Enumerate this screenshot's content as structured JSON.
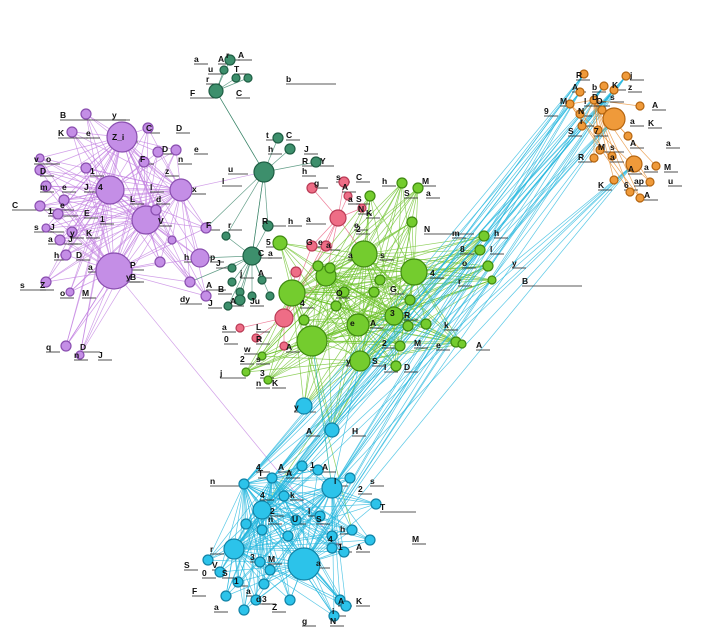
{
  "colors": {
    "purple": {
      "fill": "#c48ee6",
      "stroke": "#8a4fb0",
      "edge": "#c27fe0"
    },
    "teal": {
      "fill": "#3d8f6c",
      "stroke": "#1f5e44",
      "edge": "#2f7d60"
    },
    "pink": {
      "fill": "#ee6d86",
      "stroke": "#b93b55",
      "edge": "#e8557a"
    },
    "green": {
      "fill": "#74cc2e",
      "stroke": "#3f8a10",
      "edge": "#6cc22a"
    },
    "cyan": {
      "fill": "#2cc3ea",
      "stroke": "#1283a6",
      "edge": "#22b5de"
    },
    "orange": {
      "fill": "#ef9a3a",
      "stroke": "#b56510",
      "edge": "#e6892a"
    }
  },
  "label_texts": [
    "B",
    "y",
    "Z_i",
    "C",
    "D",
    "K",
    "e",
    "v",
    "o",
    "D",
    "1",
    "F",
    "n",
    "D",
    "e",
    "m",
    "e",
    "J",
    "4",
    "l",
    "z",
    "x",
    "L",
    "d",
    "C",
    "e",
    "1",
    "E",
    "1",
    "V",
    "s",
    "J",
    "y",
    "K",
    "a",
    "J",
    "h",
    "D",
    "a",
    "P",
    "B",
    "s",
    "Z",
    "o",
    "M",
    "q",
    "D",
    "n",
    "J",
    "a",
    "A",
    "r",
    "A",
    "u",
    "T",
    "r",
    "F",
    "C",
    "b",
    "t",
    "C",
    "h",
    "J",
    "u",
    "R",
    "Y",
    "h",
    "l",
    "R",
    "h",
    "F",
    "r",
    "J",
    "C",
    "a",
    "A",
    "B",
    "j",
    "A",
    "A",
    "Ju",
    "dy",
    "J",
    "h",
    "p",
    "y",
    "s",
    "C",
    "g",
    "A",
    "a",
    "S",
    "a",
    "e",
    "N",
    "K",
    "a",
    "a",
    "L",
    "0",
    "R",
    "w",
    "A",
    "2",
    "s",
    "j",
    "3",
    "n",
    "K",
    "h",
    "M",
    "S",
    "a",
    "2",
    "N",
    "m",
    "h",
    "8",
    "l",
    "o",
    "y",
    "r",
    "B",
    "5",
    "G",
    "e",
    "a",
    "s",
    "4",
    "4",
    "O",
    "G",
    "e",
    "A",
    "3",
    "R",
    "2",
    "M",
    "e",
    "A",
    "y",
    "S",
    "l",
    "D",
    "k",
    "y",
    "A",
    "H",
    "4",
    "A",
    "n",
    "T",
    "A",
    "1",
    "A",
    "l",
    "s",
    "2",
    "4",
    "k",
    "2",
    "l",
    "T",
    "n",
    "U",
    "S",
    "h",
    "4",
    "M",
    "1",
    "A",
    "r",
    "S",
    "V",
    "0",
    "S",
    "3",
    "M",
    "a",
    "1",
    "F",
    "a",
    "3",
    "a",
    "Z",
    "d",
    "A",
    "K",
    "g",
    "N",
    "i",
    "R",
    "j",
    "A",
    "b",
    "K",
    "z",
    "D",
    "s",
    "M",
    "l",
    "O",
    "9",
    "N",
    "A",
    "r",
    "a",
    "S",
    "7",
    "A",
    "a",
    "M",
    "s",
    "R",
    "a",
    "A",
    "a",
    "M",
    "ap",
    "u",
    "K",
    "6",
    "A",
    "K",
    "u",
    "i"
  ]
}
